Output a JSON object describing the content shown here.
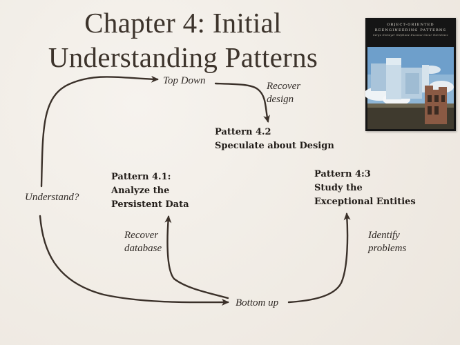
{
  "slide": {
    "title_line1": "Chapter 4: Initial",
    "title_line2": "Understanding Patterns"
  },
  "book": {
    "line1": "OBJECT-ORIENTED",
    "line2": "REENGINEERING PATTERNS",
    "authors": "Serge Demeyer  Stéphane Ducasse  Oscar Nierstrasz"
  },
  "diagram": {
    "top_down": "Top Down",
    "recover_design_1": "Recover",
    "recover_design_2": "design",
    "pattern_42_line1": "Pattern 4.2",
    "pattern_42_line2": "Speculate about Design",
    "understand": "Understand?",
    "pattern_41_line1": "Pattern 4.1:",
    "pattern_41_line2": "Analyze the",
    "pattern_41_line3": "Persistent Data",
    "pattern_43_line1": "Pattern 4:3",
    "pattern_43_line2": "Study the",
    "pattern_43_line3": "Exceptional Entities",
    "recover_db_1": "Recover",
    "recover_db_2": "database",
    "identify_1": "Identify",
    "identify_2": "problems",
    "bottom_up": "Bottom up"
  },
  "colors": {
    "background": "#f3efe9",
    "arrow": "#3a3029",
    "title": "#3d342c"
  }
}
